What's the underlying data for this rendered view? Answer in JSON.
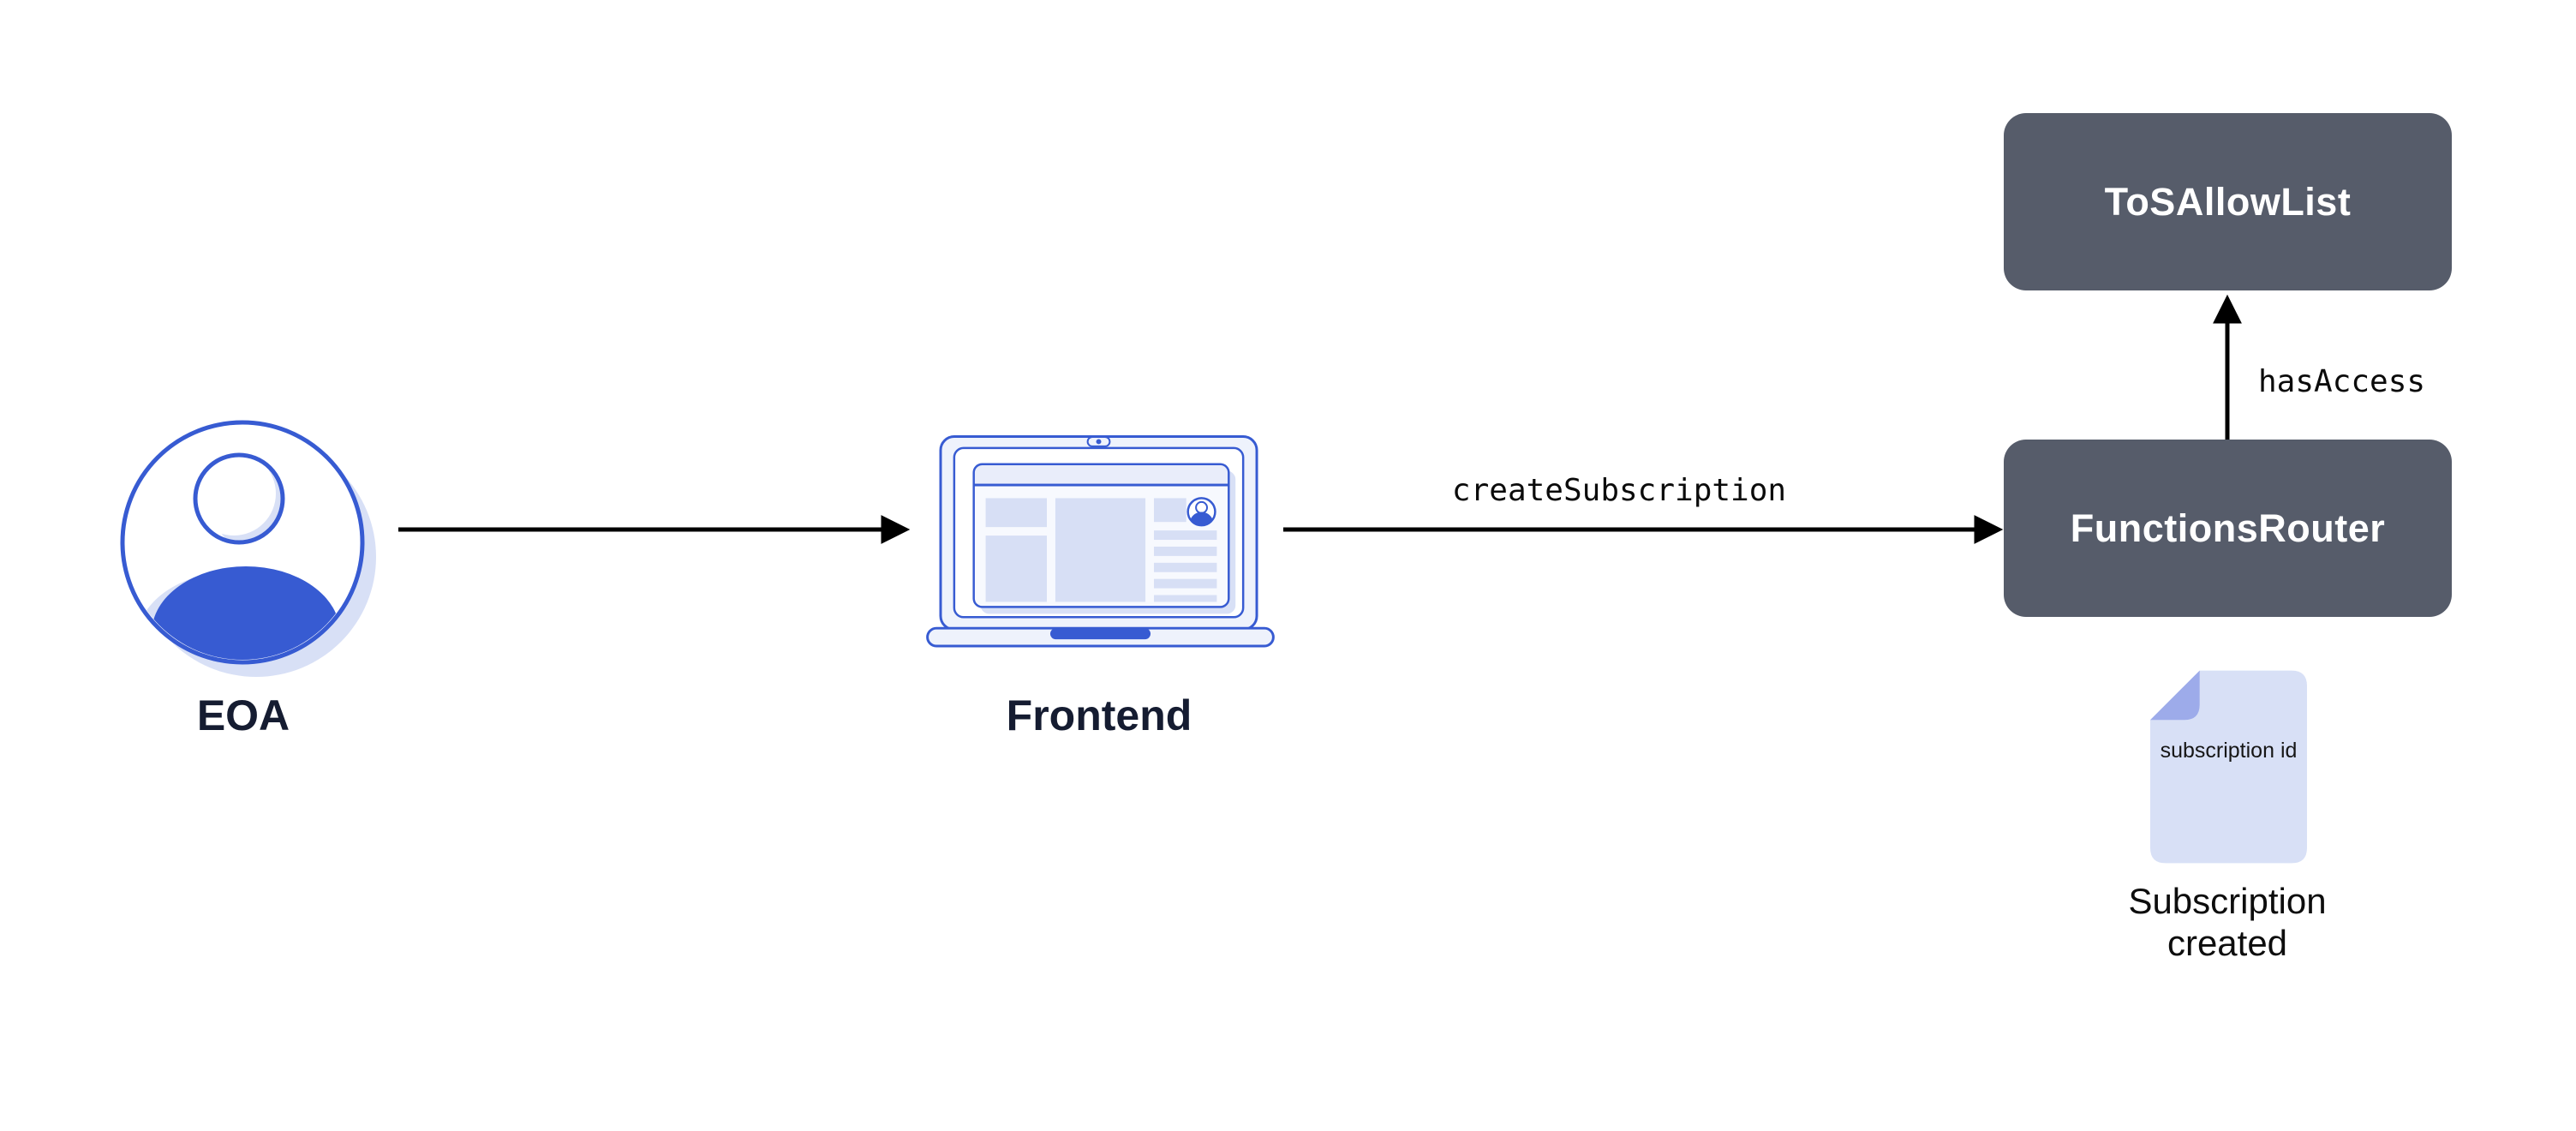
{
  "colors": {
    "background": "#ffffff",
    "brand_blue": "#375bd2",
    "light_blue": "#d8e0f6",
    "pale_blue": "#eef2fc",
    "fold_blue": "#9dabea",
    "slate": "#565c6a",
    "navy": "#151c31",
    "ink": "#0b0b0b"
  },
  "nodes": {
    "eoa": {
      "label": "EOA",
      "icon": "user-avatar-icon"
    },
    "frontend": {
      "label": "Frontend",
      "icon": "laptop-icon"
    },
    "functions_router": {
      "label": "FunctionsRouter"
    },
    "tos_allow_list": {
      "label": "ToSAllowList"
    }
  },
  "edges": {
    "frontend_to_router": {
      "label": "createSubscription"
    },
    "router_to_allowlist": {
      "label": "hasAccess"
    }
  },
  "artifact": {
    "icon": "document-icon",
    "doc_text": "subscription id",
    "caption": "Subscription created"
  }
}
